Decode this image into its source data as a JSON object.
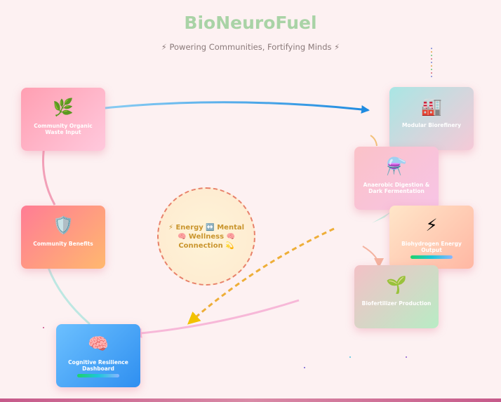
{
  "header": {
    "title": "BioNeuroFuel",
    "subtitle": "⚡ Powering Communities, Fortifying Minds ⚡"
  },
  "nodes": {
    "waste": {
      "icon": "🌿",
      "label": "Community Organic Waste Input"
    },
    "biorefinery": {
      "icon": "🏭",
      "label": "Modular Biorefinery"
    },
    "digestion": {
      "icon": "⚗️",
      "label": "Anaerobic Digestion & Dark Fermentation"
    },
    "hydrogen": {
      "icon": "⚡",
      "label": "Biohydrogen Energy Output"
    },
    "fertilizer": {
      "icon": "🌱",
      "label": "Biofertilizer Production"
    },
    "dashboard": {
      "icon": "🧠",
      "label": "Cognitive Resilience Dashboard"
    },
    "benefits": {
      "icon": "🛡️",
      "label": "Community Benefits"
    }
  },
  "center": {
    "text": "⚡ Energy ↔️ Mental 🧠 Wellness 🧠 Connection 💫"
  },
  "colors": {
    "title": "#a9d3a6",
    "arrow_blue": "#1f8be0",
    "arrow_gold": "#f2c200",
    "arrow_pink": "#f7b8d8"
  }
}
